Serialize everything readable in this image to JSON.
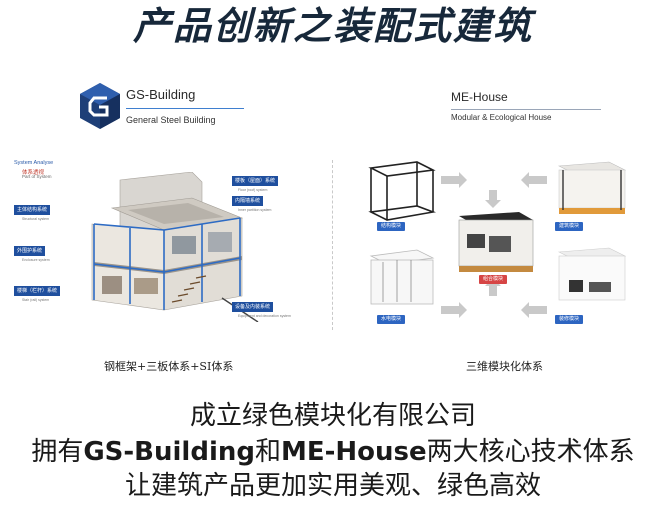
{
  "title": "产品创新之装配式建筑",
  "left_figure": {
    "brand_name": "GS-Building",
    "brand_subtitle": "General Steel Building",
    "system_label": "System Analyse",
    "system_label_cn": "体系透视",
    "system_label_en": "Part of System",
    "tags": [
      {
        "label": "主体结构系统",
        "sub": "Structural system"
      },
      {
        "label": "外围护系统",
        "sub": "Enclosure system"
      },
      {
        "label": "楼板（屋面）系统",
        "sub": "Floor (roof) system"
      },
      {
        "label": "内隔墙系统",
        "sub": "Inner partition system"
      },
      {
        "label": "楼梯（栏杆）系统",
        "sub": "Stair (rail) system"
      },
      {
        "label": "设备及内装系统",
        "sub": "Equipment and decoration system"
      }
    ],
    "caption": "钢框架+三板体系+SI体系"
  },
  "right_figure": {
    "brand_name": "ME-House",
    "brand_subtitle": "Modular & Ecological House",
    "modules": {
      "structure": "结构模块",
      "building": "建筑模块",
      "combined": "组合模块",
      "plumbing": "水电模块",
      "decoration": "装修模块"
    },
    "caption": "三维模块化体系"
  },
  "summary": {
    "line1": "成立绿色模块化有限公司",
    "line2_prefix": "拥有",
    "line2_brand1": "GS-Building",
    "line2_and": "和",
    "line2_brand2": "ME-House",
    "line2_suffix": "两大核心技术体系",
    "line3": "让建筑产品更加实用美观、绿色高效"
  }
}
